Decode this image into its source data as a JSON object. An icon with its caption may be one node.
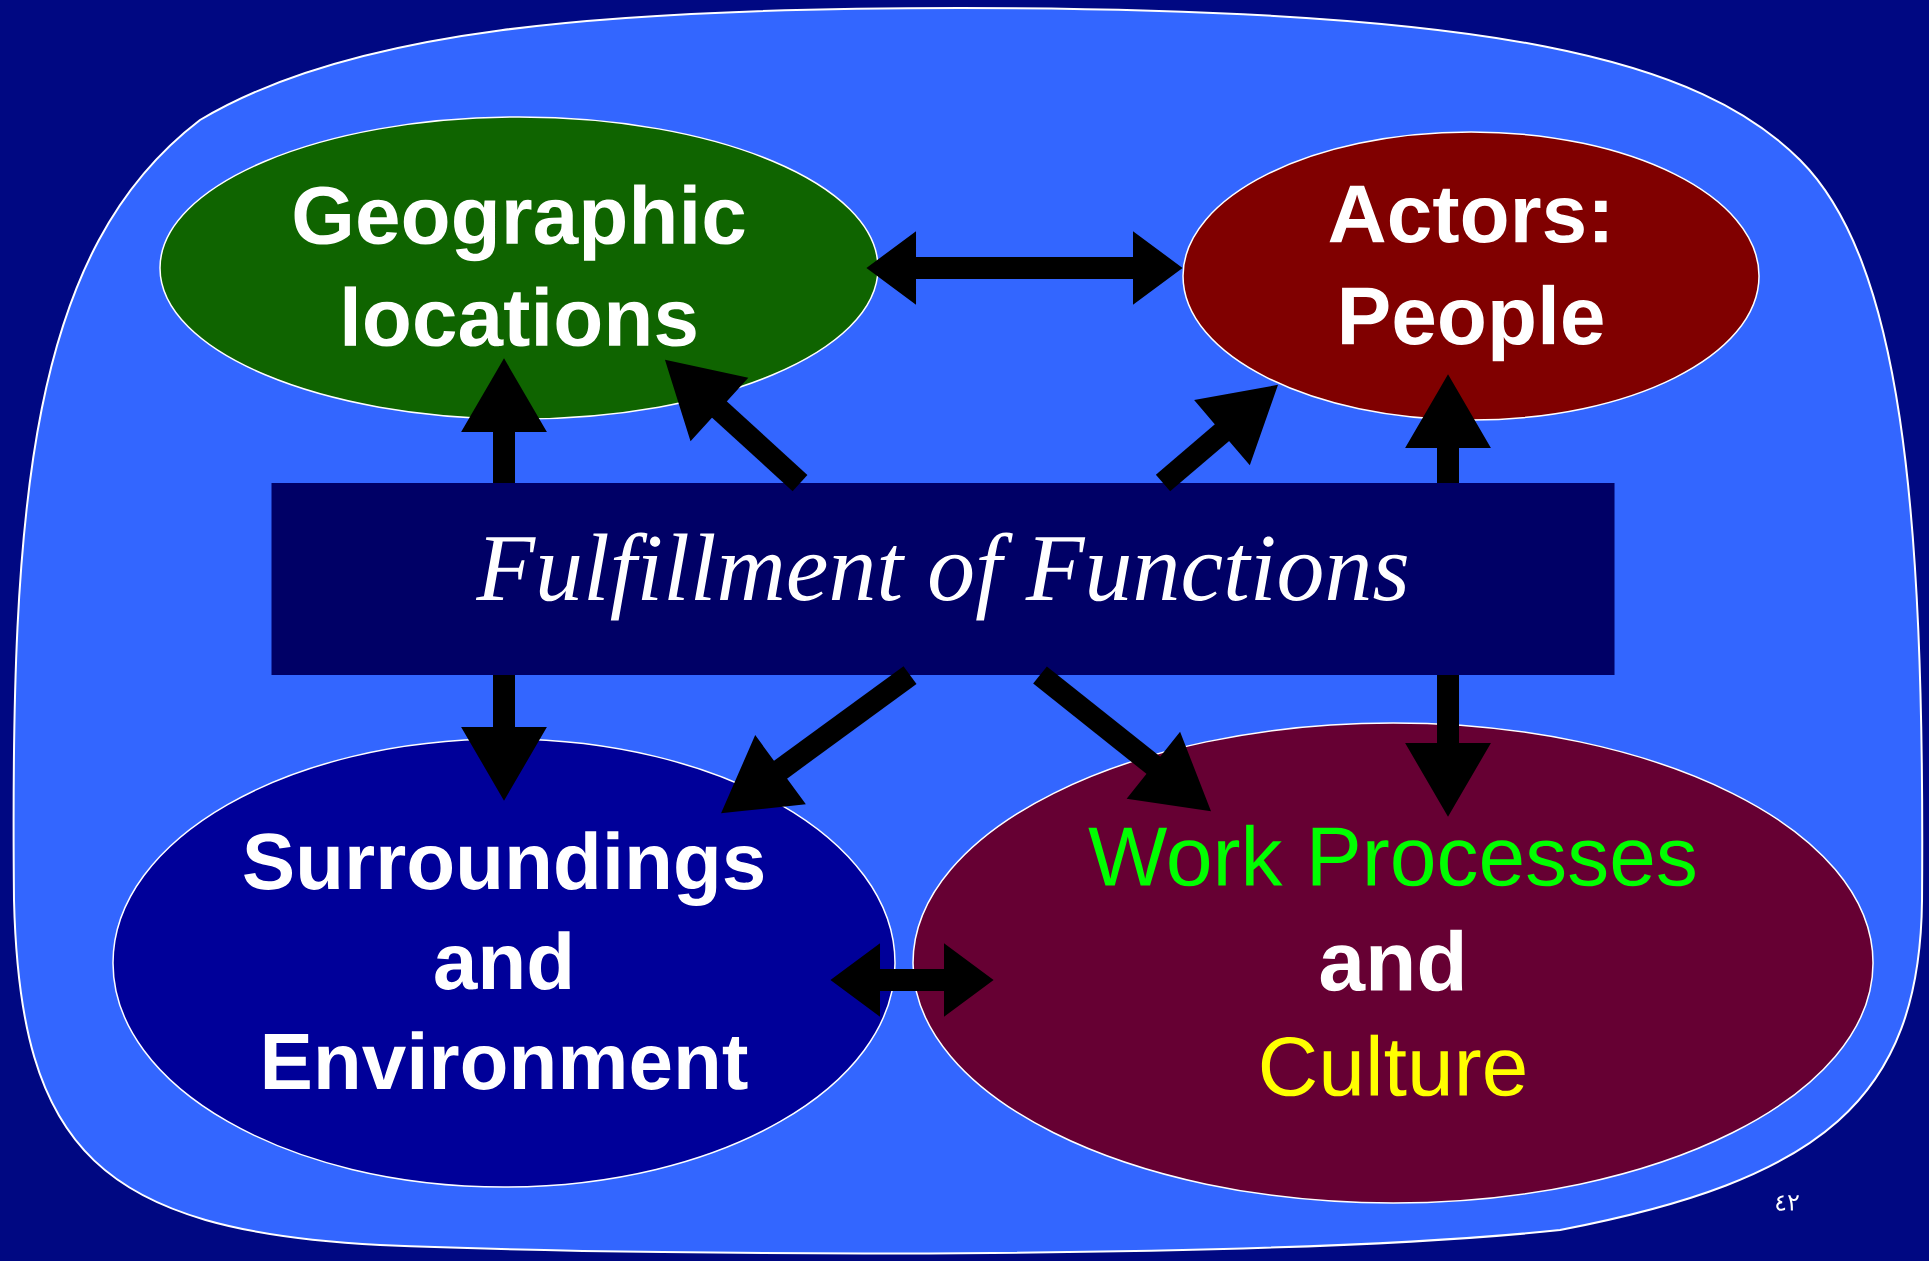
{
  "diagram": {
    "nodes": [
      {
        "text": [
          "Geographic locations"
        ]
      },
      {
        "text": [
          "Actors: People"
        ]
      },
      {
        "text": [
          "Fulfillment of Functions"
        ]
      },
      {
        "text": [
          "Surroundings and Environment"
        ]
      },
      {
        "text": [
          "Work Processes",
          "and",
          "Culture"
        ]
      }
    ],
    "edges": [
      {
        "from": 0,
        "to": 1,
        "arrow": "both"
      },
      {
        "from": 2,
        "to": 0,
        "arrow": "to"
      },
      {
        "from": 2,
        "to": 3,
        "arrow": "to"
      },
      {
        "from": 2,
        "to": 1,
        "arrow": "to"
      },
      {
        "from": 2,
        "to": 4,
        "arrow": "to"
      },
      {
        "from": 2,
        "to": 0,
        "arrow": "to"
      },
      {
        "from": 2,
        "to": 1,
        "arrow": "to"
      },
      {
        "from": 2,
        "to": 3,
        "arrow": "to"
      },
      {
        "from": 2,
        "to": 4,
        "arrow": "to"
      },
      {
        "from": 3,
        "to": 4,
        "arrow": "both"
      }
    ],
    "labels": [
      "٤٢"
    ]
  }
}
